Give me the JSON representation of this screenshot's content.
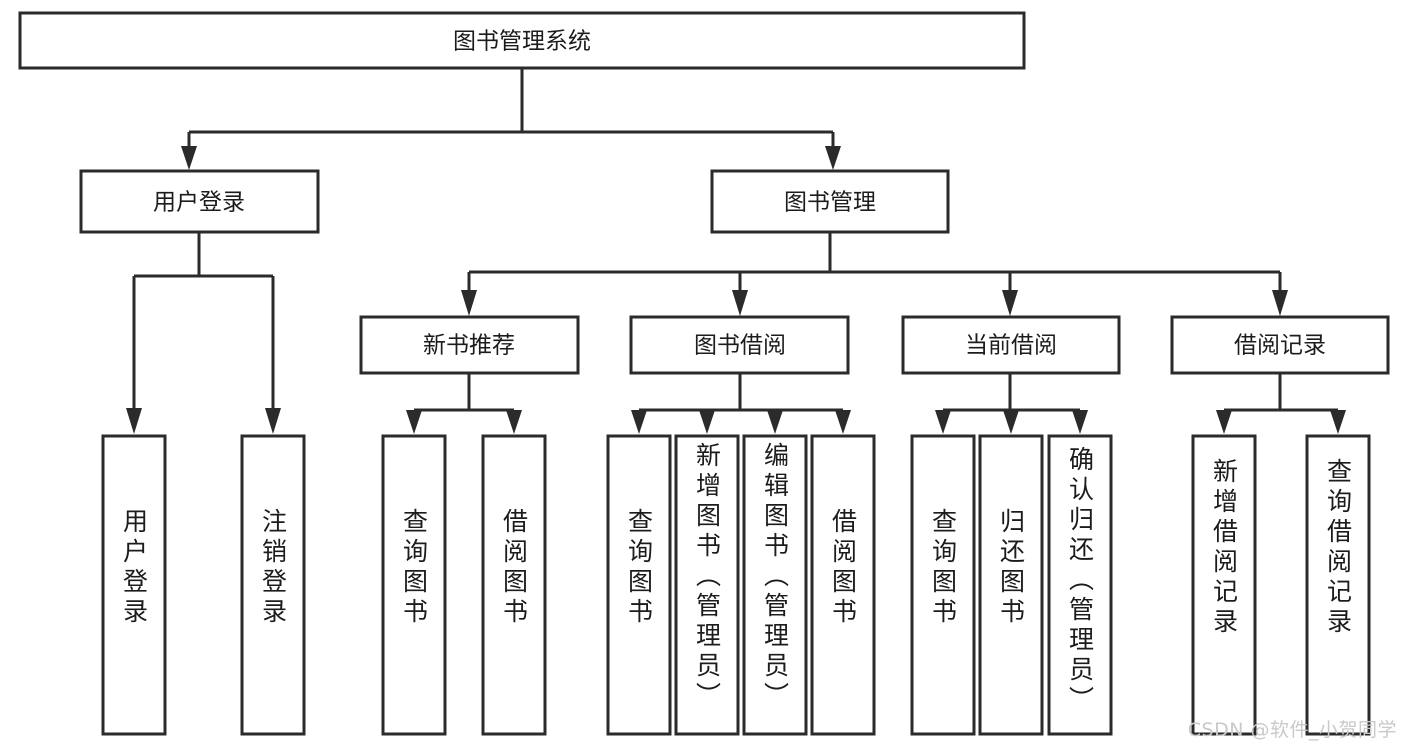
{
  "diagram": {
    "type": "tree",
    "orientation": "top-down",
    "title": "图书管理系统",
    "colors": {
      "stroke": "#2b2b2b",
      "fill": "#ffffff",
      "text": "#1c1c1c",
      "watermark": "#c9c9c9",
      "background": "#ffffff"
    },
    "root": {
      "label": "图书管理系统"
    },
    "level2": [
      {
        "label": "用户登录"
      },
      {
        "label": "图书管理"
      }
    ],
    "level3": [
      {
        "label": "新书推荐"
      },
      {
        "label": "图书借阅"
      },
      {
        "label": "当前借阅"
      },
      {
        "label": "借阅记录"
      }
    ],
    "leaves": {
      "user_login": [
        "用户登录",
        "注销登录"
      ],
      "new_book_recommend": [
        "查询图书",
        "借阅图书"
      ],
      "book_borrow": [
        "查询图书",
        "新增图书（管理员）",
        "编辑图书（管理员）",
        "借阅图书"
      ],
      "current_borrow": [
        "查询图书",
        "归还图书",
        "确认归还（管理员）"
      ],
      "borrow_record": [
        "新增借阅记录",
        "查询借阅记录"
      ]
    }
  },
  "watermark": {
    "text": "CSDN @软件_小贺同学"
  }
}
